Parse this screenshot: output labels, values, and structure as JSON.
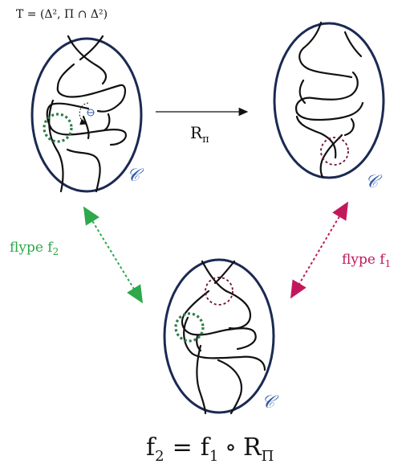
{
  "top_formula": "T = (Δ², Π ∩ Δ²)",
  "rotation_label": "Rπ",
  "rotation_label_main": "R",
  "rotation_label_sub": "π",
  "ellipse_label": "𝒞",
  "flype_left": {
    "main": "flype f",
    "sub": "2"
  },
  "flype_right": {
    "main": "flype f",
    "sub": "1"
  },
  "bottom_formula": {
    "f2_main": "f",
    "f2_sub": "2",
    "eq": "=",
    "f1_main": "f",
    "f1_sub": "1",
    "circ": "∘",
    "R_main": "R",
    "R_sub": "Π"
  },
  "colors": {
    "ellipse": "#1b2a52",
    "ellipse_label": "#2f5aa8",
    "green": "#2ea84a",
    "magenta": "#c2185b",
    "dark_circle": "#6b1030",
    "arrow": "#111111"
  }
}
